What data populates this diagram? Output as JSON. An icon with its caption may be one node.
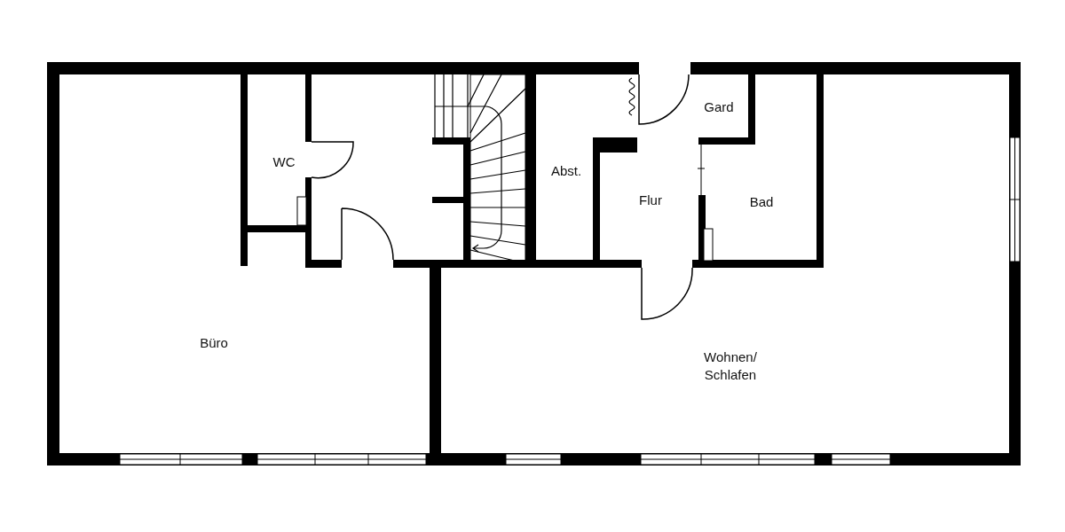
{
  "diagram": {
    "labels": [
      "WC",
      "Abst.",
      "Gard",
      "Flur",
      "Bad",
      "Büro",
      "Wohnen/ Schlafen"
    ]
  }
}
